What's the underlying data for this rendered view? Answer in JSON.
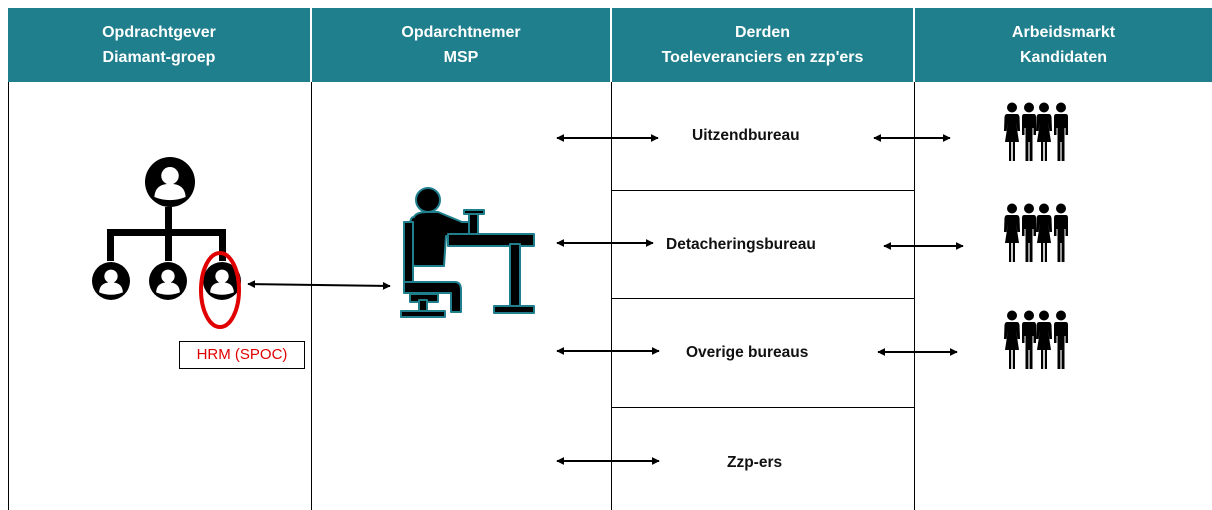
{
  "columns": [
    {
      "line1": "Opdrachtgever",
      "line2": "Diamant-groep"
    },
    {
      "line1": "Opdarchtnemer",
      "line2": "MSP"
    },
    {
      "line1": "Derden",
      "line2": "Toeleveranciers en zzp'ers"
    },
    {
      "line1": "Arbeidsmarkt",
      "line2": "Kandidaten"
    }
  ],
  "opdrachtgever": {
    "spoc_label": "HRM (SPOC)"
  },
  "derden": {
    "items": [
      "Uitzendbureau",
      "Detacheringsbureau",
      "Overige bureaus",
      "Zzp-ers"
    ]
  },
  "colors": {
    "header_bg": "#1f7f8c",
    "highlight": "#e00000",
    "icon_accent": "#1f7f8c"
  },
  "icons": [
    "person-circle-icon",
    "org-chart-icon",
    "worker-at-desk-icon",
    "people-group-icon",
    "double-arrow-icon"
  ]
}
